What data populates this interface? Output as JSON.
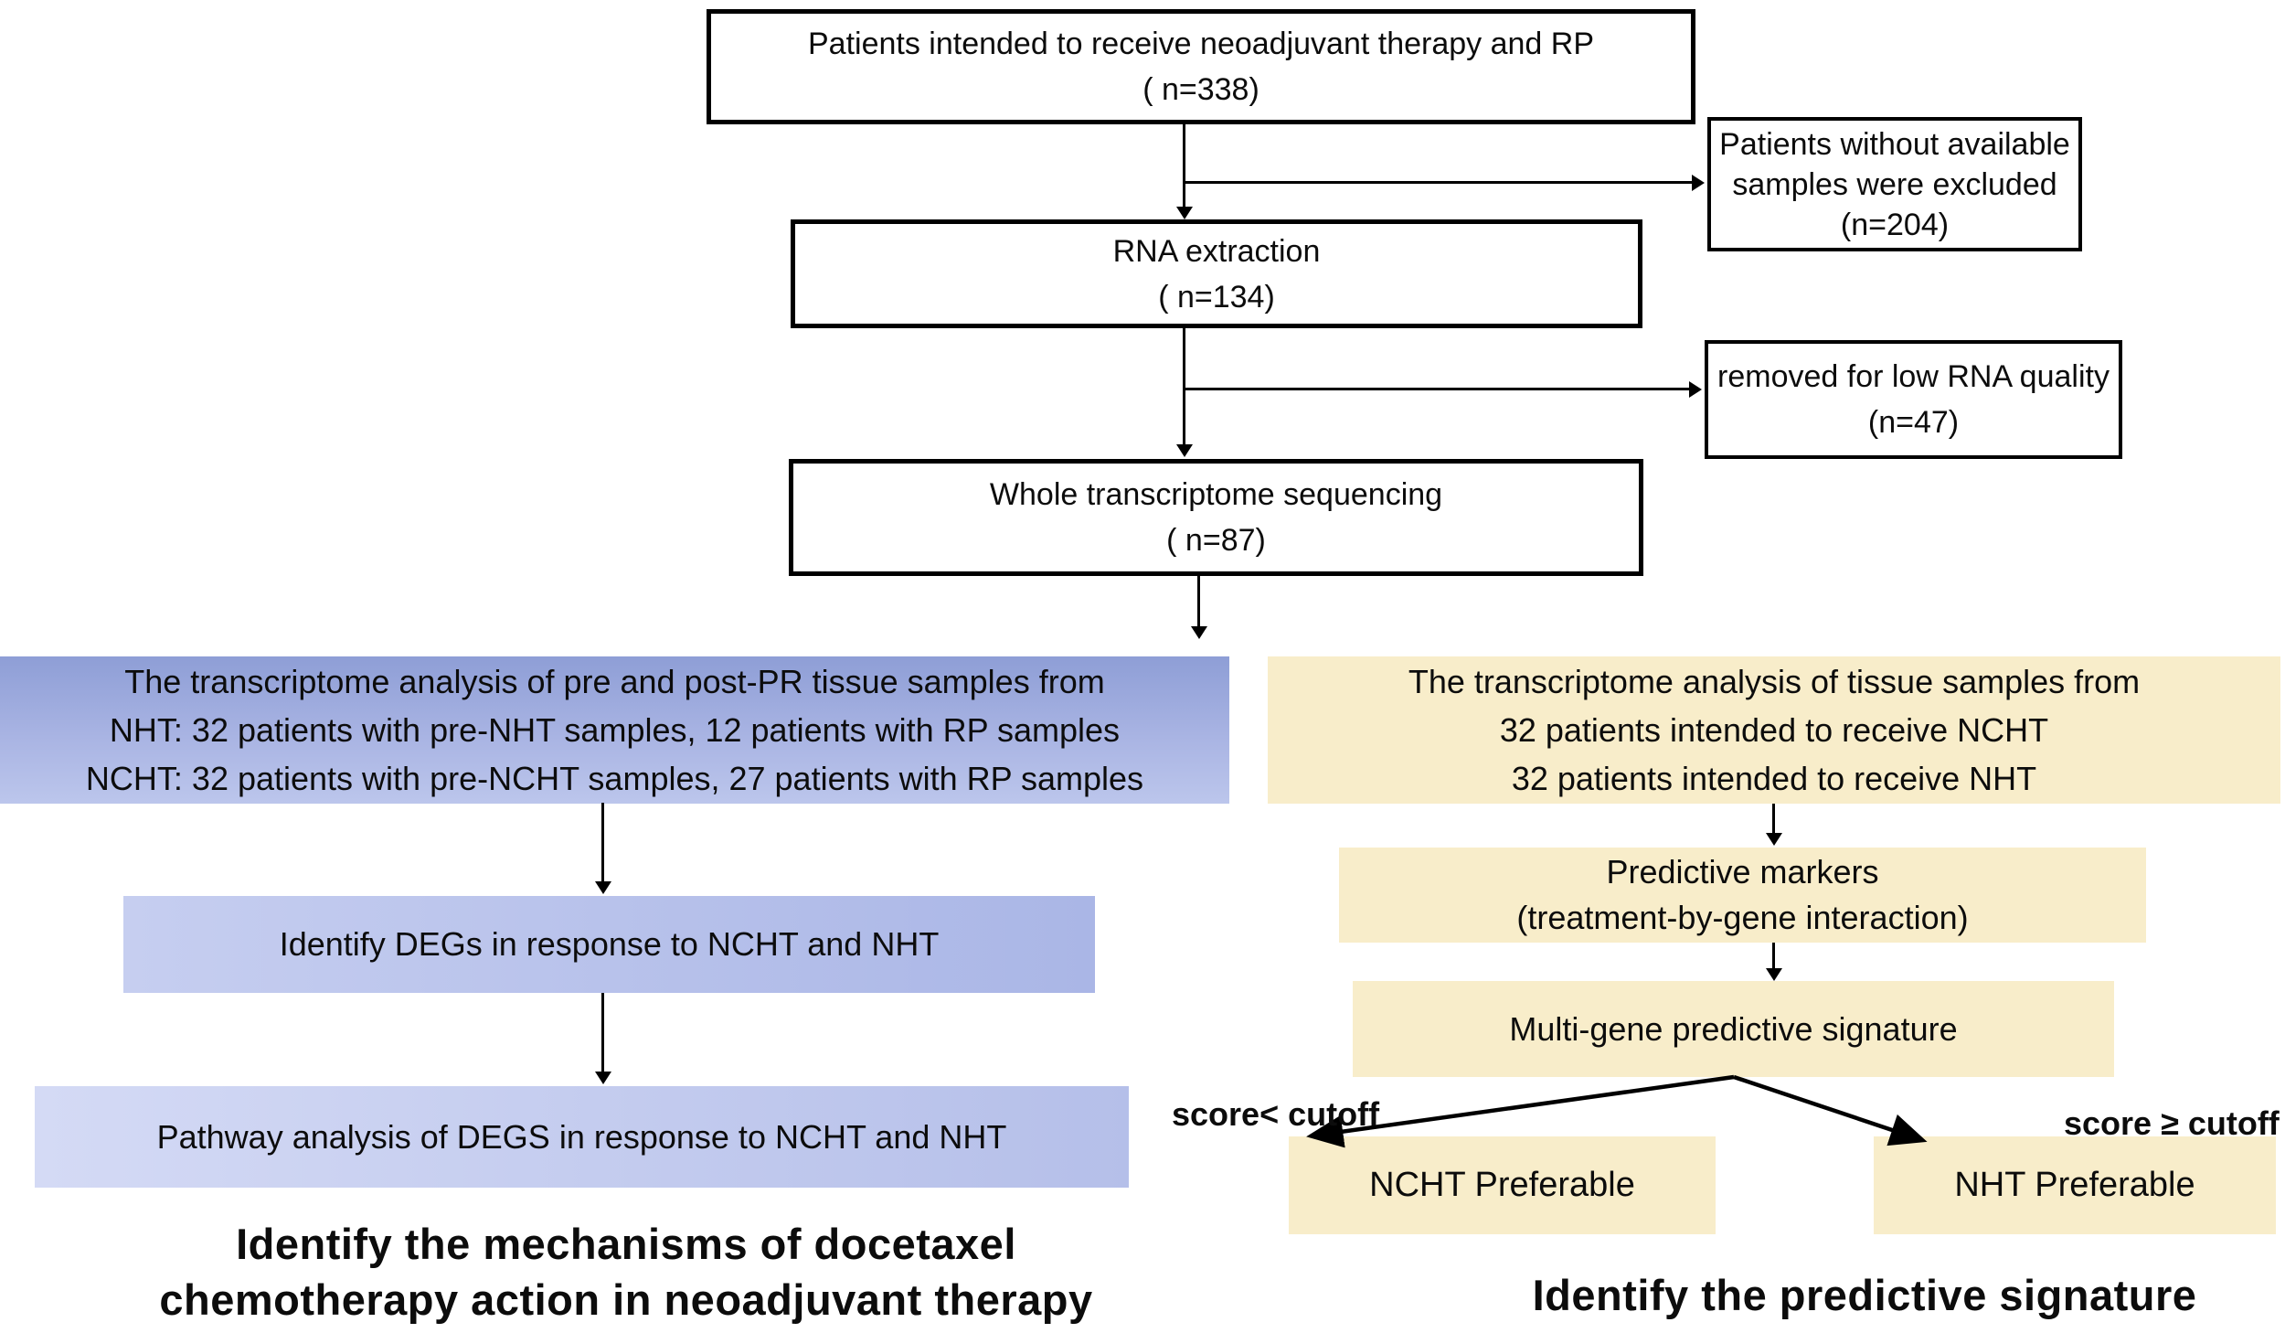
{
  "nodes": {
    "intake": {
      "lines": [
        "Patients intended to receive neoadjuvant therapy and RP",
        "( n=338)"
      ]
    },
    "excluded": {
      "lines": [
        "Patients without available",
        "samples were excluded",
        "(n=204)"
      ]
    },
    "rna": {
      "lines": [
        "RNA extraction",
        "( n=134)"
      ]
    },
    "low_quality": {
      "lines": [
        "removed for low RNA quality",
        "(n=47)"
      ]
    },
    "sequencing": {
      "lines": [
        "Whole transcriptome sequencing",
        "( n=87)"
      ]
    },
    "mechanism_analysis": {
      "lines": [
        "The transcriptome analysis of pre and post-PR tissue samples from",
        "NHT: 32 patients with pre-NHT samples, 12 patients with RP samples",
        "NCHT: 32 patients with pre-NCHT samples, 27 patients with RP samples"
      ]
    },
    "predictive_analysis": {
      "lines": [
        "The transcriptome analysis of tissue samples from",
        "32 patients intended to receive NCHT",
        "32 patients intended to receive NHT"
      ]
    },
    "degs": {
      "lines": [
        "Identify DEGs in response to NCHT and NHT"
      ]
    },
    "pathway": {
      "lines": [
        "Pathway analysis of DEGS in response to NCHT and NHT"
      ]
    },
    "markers": {
      "lines": [
        "Predictive markers",
        "(treatment-by-gene interaction)"
      ]
    },
    "signature": {
      "lines": [
        "Multi-gene predictive signature"
      ]
    },
    "ncht_preferable": {
      "lines": [
        "NCHT Preferable"
      ]
    },
    "nht_preferable": {
      "lines": [
        "NHT Preferable"
      ]
    }
  },
  "labels": {
    "score_low": "score< cutoff",
    "score_high": "score ≥ cutoff"
  },
  "titles": {
    "left_line1": "Identify the mechanisms of docetaxel",
    "left_line2": "chemotherapy action in neoadjuvant therapy",
    "right": "Identify the predictive signature"
  },
  "colors": {
    "box_yellow": "#f8edca",
    "box_blue_top": "#8e9ed6",
    "box_blue_bottom": "#bcc6ec",
    "box_blue_light": "#aab6e6",
    "outline": "#000000",
    "text": "#0c0c0c"
  }
}
